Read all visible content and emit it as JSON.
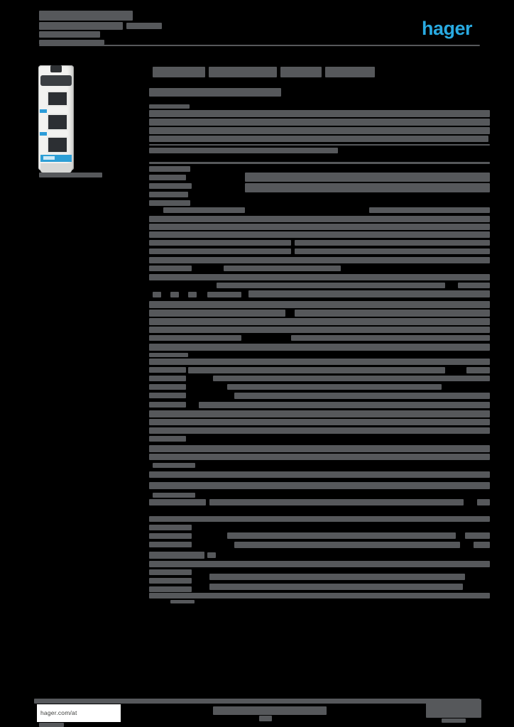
{
  "header": {
    "logo_text": "hager"
  },
  "footer": {
    "site_label": "hager.com/at"
  },
  "colors": {
    "background": "#000000",
    "bar_gray": "#56585b",
    "brand_blue": "#29aae1",
    "footer_box_white": "#ffffff",
    "photo_blue_label": "#2d9fd6"
  },
  "product_image": {
    "alt": "vertical-fuse-switch-disconnector-photo"
  },
  "illegible_text_bars": [
    [
      55,
      15,
      132,
      14
    ],
    [
      55,
      31,
      118,
      11
    ],
    [
      178,
      32,
      50,
      9
    ],
    [
      55,
      44,
      86,
      9
    ],
    [
      55,
      56,
      92,
      7
    ],
    [
      55,
      63,
      621,
      2
    ],
    [
      55,
      243,
      89,
      7
    ],
    [
      215,
      94,
      74,
      15
    ],
    [
      294,
      94,
      96,
      15
    ],
    [
      395,
      94,
      58,
      15
    ],
    [
      458,
      94,
      70,
      15
    ],
    [
      210,
      124,
      186,
      12
    ],
    [
      210,
      147,
      57,
      6
    ],
    [
      210,
      155,
      480,
      10
    ],
    [
      210,
      167,
      480,
      10
    ],
    [
      210,
      179,
      480,
      10
    ],
    [
      210,
      191,
      478,
      9
    ],
    [
      210,
      203,
      480,
      2
    ],
    [
      210,
      208,
      266,
      8
    ],
    [
      210,
      228,
      480,
      3
    ],
    [
      210,
      234,
      58,
      8
    ],
    [
      210,
      246,
      52,
      8
    ],
    [
      210,
      258,
      60,
      8
    ],
    [
      210,
      270,
      55,
      8
    ],
    [
      210,
      282,
      58,
      8
    ],
    [
      345,
      243,
      345,
      13
    ],
    [
      345,
      258,
      345,
      13
    ],
    [
      230,
      292,
      115,
      8
    ],
    [
      520,
      292,
      170,
      8
    ],
    [
      210,
      304,
      480,
      9
    ],
    [
      210,
      315,
      480,
      9
    ],
    [
      210,
      326,
      480,
      9
    ],
    [
      210,
      338,
      200,
      8
    ],
    [
      415,
      338,
      275,
      8
    ],
    [
      210,
      350,
      200,
      8
    ],
    [
      415,
      350,
      275,
      8
    ],
    [
      210,
      362,
      480,
      9
    ],
    [
      210,
      374,
      60,
      8
    ],
    [
      315,
      374,
      165,
      8
    ],
    [
      210,
      386,
      480,
      9
    ],
    [
      305,
      398,
      322,
      8
    ],
    [
      645,
      398,
      45,
      8
    ],
    [
      215,
      411,
      12,
      8
    ],
    [
      240,
      411,
      12,
      8
    ],
    [
      265,
      411,
      12,
      8
    ],
    [
      292,
      411,
      48,
      8
    ],
    [
      350,
      409,
      340,
      10
    ],
    [
      210,
      424,
      480,
      10
    ],
    [
      210,
      436,
      192,
      10
    ],
    [
      415,
      436,
      275,
      10
    ],
    [
      210,
      448,
      480,
      10
    ],
    [
      210,
      460,
      480,
      9
    ],
    [
      210,
      472,
      130,
      8
    ],
    [
      410,
      472,
      280,
      8
    ],
    [
      210,
      484,
      480,
      10
    ],
    [
      210,
      497,
      55,
      6
    ],
    [
      210,
      505,
      480,
      9
    ],
    [
      210,
      517,
      52,
      8
    ],
    [
      265,
      517,
      362,
      9
    ],
    [
      657,
      517,
      33,
      9
    ],
    [
      210,
      529,
      52,
      8
    ],
    [
      300,
      529,
      390,
      8
    ],
    [
      210,
      541,
      52,
      8
    ],
    [
      320,
      541,
      302,
      8
    ],
    [
      210,
      553,
      52,
      8
    ],
    [
      330,
      553,
      360,
      9
    ],
    [
      210,
      566,
      52,
      8
    ],
    [
      280,
      566,
      410,
      9
    ],
    [
      210,
      578,
      480,
      10
    ],
    [
      210,
      590,
      480,
      9
    ],
    [
      210,
      602,
      480,
      9
    ],
    [
      210,
      614,
      52,
      8
    ],
    [
      210,
      627,
      480,
      10
    ],
    [
      210,
      639,
      480,
      9
    ],
    [
      215,
      652,
      60,
      7
    ],
    [
      210,
      664,
      480,
      9
    ],
    [
      210,
      679,
      480,
      10
    ],
    [
      215,
      694,
      60,
      7
    ],
    [
      210,
      703,
      80,
      9
    ],
    [
      295,
      703,
      358,
      9
    ],
    [
      672,
      703,
      18,
      9
    ],
    [
      210,
      727,
      480,
      8
    ],
    [
      210,
      739,
      60,
      8
    ],
    [
      210,
      751,
      60,
      8
    ],
    [
      320,
      750,
      322,
      9
    ],
    [
      655,
      750,
      35,
      9
    ],
    [
      210,
      763,
      60,
      8
    ],
    [
      330,
      763,
      318,
      9
    ],
    [
      667,
      763,
      23,
      9
    ],
    [
      210,
      777,
      78,
      10
    ],
    [
      292,
      778,
      12,
      8
    ],
    [
      210,
      790,
      480,
      9
    ],
    [
      210,
      802,
      60,
      8
    ],
    [
      295,
      808,
      360,
      9
    ],
    [
      210,
      814,
      60,
      8
    ],
    [
      295,
      822,
      357,
      9
    ],
    [
      210,
      826,
      60,
      8
    ],
    [
      210,
      835,
      480,
      8
    ],
    [
      240,
      845,
      34,
      5
    ],
    [
      48,
      984,
      628,
      7
    ],
    [
      300,
      995,
      160,
      12
    ],
    [
      365,
      1008,
      18,
      8
    ],
    [
      600,
      985,
      78,
      26
    ],
    [
      622,
      1012,
      34,
      6
    ],
    [
      55,
      1018,
      35,
      6
    ]
  ]
}
